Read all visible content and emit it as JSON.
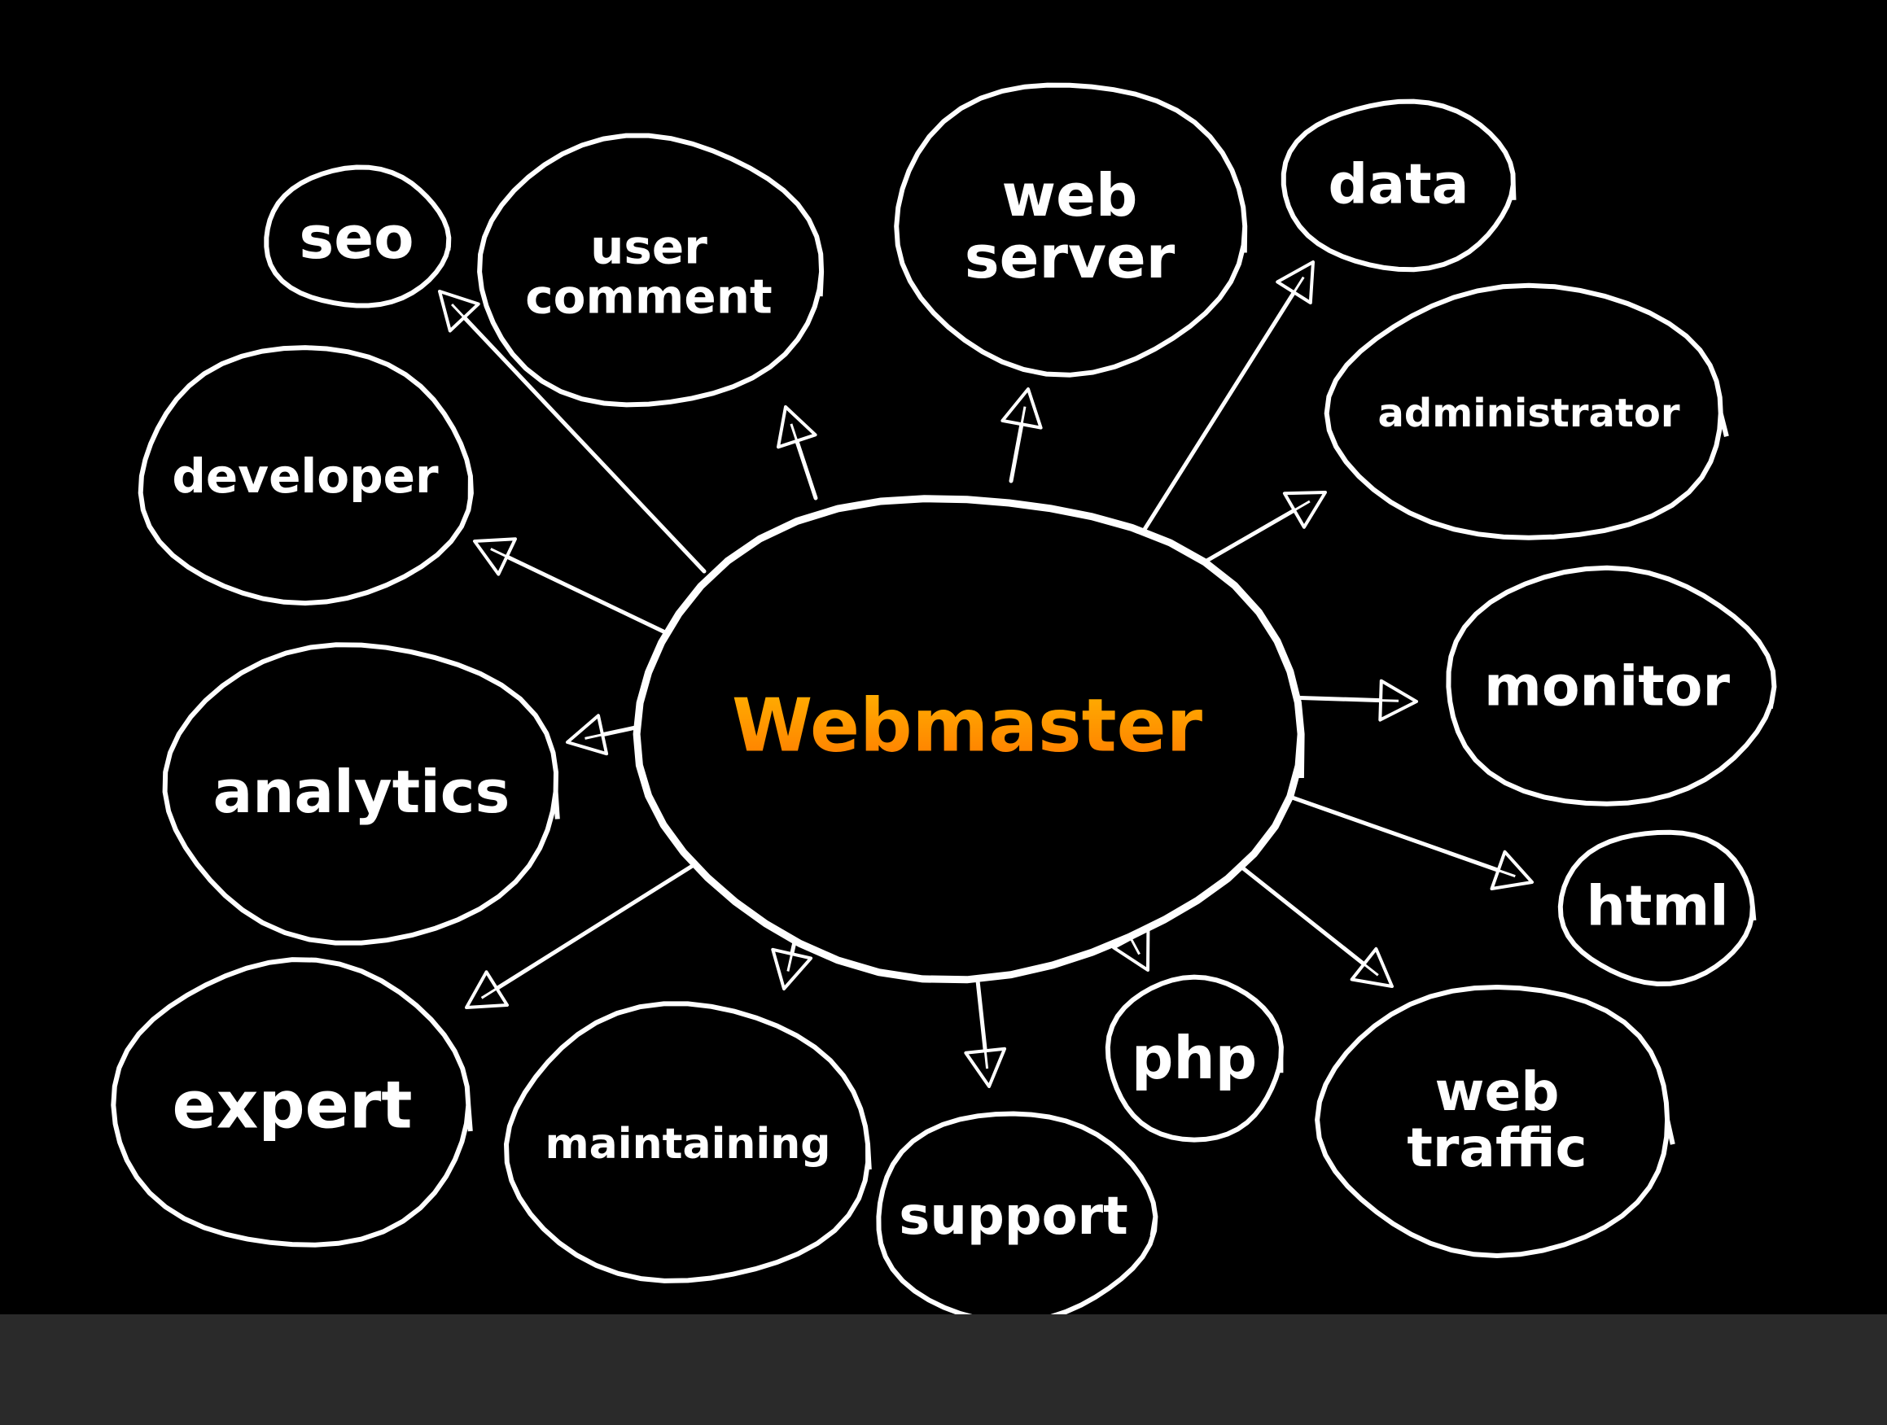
{
  "diagram": {
    "center": {
      "id": "webmaster",
      "label": "Webmaster"
    },
    "nodes": [
      {
        "id": "seo",
        "lines": [
          "seo"
        ]
      },
      {
        "id": "user-comment",
        "lines": [
          "user",
          "comment"
        ]
      },
      {
        "id": "web-server",
        "lines": [
          "web",
          "server"
        ]
      },
      {
        "id": "data",
        "lines": [
          "data"
        ]
      },
      {
        "id": "administrator",
        "lines": [
          "administrator"
        ]
      },
      {
        "id": "developer",
        "lines": [
          "developer"
        ]
      },
      {
        "id": "monitor",
        "lines": [
          "monitor"
        ]
      },
      {
        "id": "analytics",
        "lines": [
          "analytics"
        ]
      },
      {
        "id": "html",
        "lines": [
          "html"
        ]
      },
      {
        "id": "expert",
        "lines": [
          "expert"
        ]
      },
      {
        "id": "maintaining",
        "lines": [
          "maintaining"
        ]
      },
      {
        "id": "support",
        "lines": [
          "support"
        ]
      },
      {
        "id": "php",
        "lines": [
          "php"
        ]
      },
      {
        "id": "web-traffic",
        "lines": [
          "web",
          "traffic"
        ]
      }
    ],
    "edges": [
      {
        "from": "webmaster",
        "to": "seo"
      },
      {
        "from": "webmaster",
        "to": "user-comment"
      },
      {
        "from": "webmaster",
        "to": "web-server"
      },
      {
        "from": "webmaster",
        "to": "data"
      },
      {
        "from": "webmaster",
        "to": "administrator"
      },
      {
        "from": "webmaster",
        "to": "developer"
      },
      {
        "from": "webmaster",
        "to": "monitor"
      },
      {
        "from": "webmaster",
        "to": "analytics"
      },
      {
        "from": "webmaster",
        "to": "html"
      },
      {
        "from": "webmaster",
        "to": "expert"
      },
      {
        "from": "webmaster",
        "to": "maintaining"
      },
      {
        "from": "webmaster",
        "to": "support"
      },
      {
        "from": "webmaster",
        "to": "php"
      },
      {
        "from": "webmaster",
        "to": "web-traffic"
      }
    ]
  },
  "colors": {
    "background": "#000000",
    "outline": "#ffffff",
    "text": "#ffffff",
    "center_text_top": "#ffb300",
    "center_text_bottom": "#ff7a00",
    "bottom_bar": "#2a2a2a"
  }
}
